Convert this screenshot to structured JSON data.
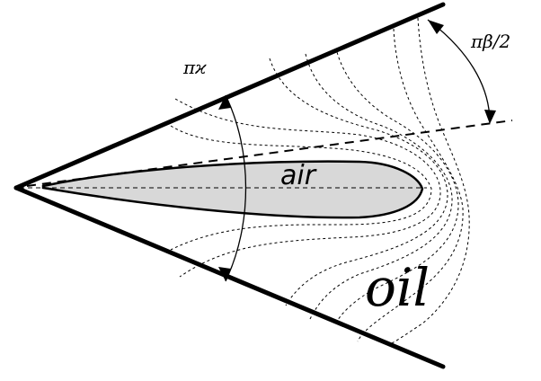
{
  "labels": {
    "wedge_angle": "πϰ",
    "tilt_angle": "πβ/2",
    "bubble": "air",
    "fluid": "oil"
  },
  "colors": {
    "bubble_fill": "#d8d8d8",
    "ink": "#000000",
    "background": "#ffffff"
  }
}
